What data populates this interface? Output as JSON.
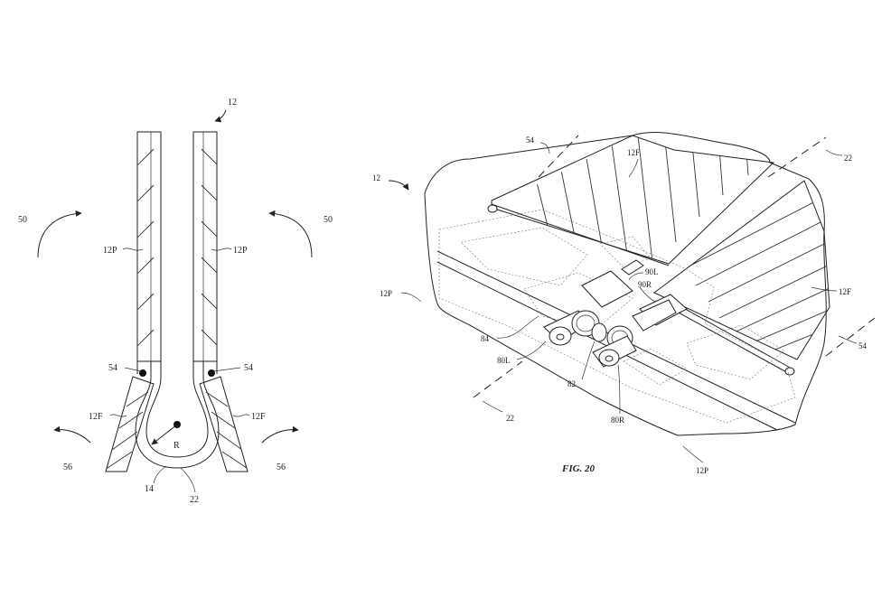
{
  "left_figure": {
    "ref_device": "12",
    "ref_rotate_left": "50",
    "ref_rotate_right": "50",
    "ref_panel_left": "12P",
    "ref_panel_right": "12P",
    "ref_hinge_left": "54",
    "ref_hinge_right": "54",
    "ref_flap_left": "12F",
    "ref_flap_right": "12F",
    "ref_radius": "R",
    "ref_fold_left": "56",
    "ref_fold_right": "56",
    "ref_bend": "14",
    "ref_axis": "22"
  },
  "right_figure": {
    "figure_caption": "FIG. 20",
    "ref_device": "12",
    "ref_hinge_top": "54",
    "ref_axis_top": "22",
    "ref_flap_top": "12F",
    "ref_panel_left": "12P",
    "ref_arm_90l": "90L",
    "ref_arm_90r": "90R",
    "ref_flap_right": "12F",
    "ref_gear_84": "84",
    "ref_hinge_right": "54",
    "ref_unit_80l": "80L",
    "ref_gear_82": "82",
    "ref_axis_bottom": "22",
    "ref_unit_80r": "80R",
    "ref_panel_bottom": "12P"
  }
}
